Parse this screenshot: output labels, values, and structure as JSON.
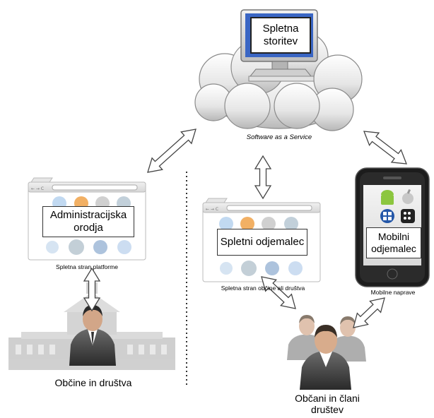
{
  "cloud": {
    "server_label_line1": "Spletna",
    "server_label_line2": "storitev",
    "caption": "Software as a Service"
  },
  "admin": {
    "box_line1": "Administracijska",
    "box_line2": "orodja",
    "caption": "Spletna stran platforme"
  },
  "client": {
    "box": "Spletni odjemalec",
    "caption": "Spletna stran občine ali društva"
  },
  "mobile": {
    "box_line1": "Mobilni",
    "box_line2": "odjemalec",
    "caption": "Mobilne naprave"
  },
  "municipalities": {
    "label": "Občine in društva"
  },
  "citizens": {
    "label_line1": "Občani in člani",
    "label_line2": "društev"
  },
  "icons": [
    "cloud-icon",
    "computer-icon",
    "browser-window-icon",
    "smartphone-icon",
    "android-icon",
    "apple-icon",
    "windows-icon",
    "blackberry-icon",
    "building-icon",
    "person-icon",
    "group-icon",
    "double-arrow-icon"
  ]
}
